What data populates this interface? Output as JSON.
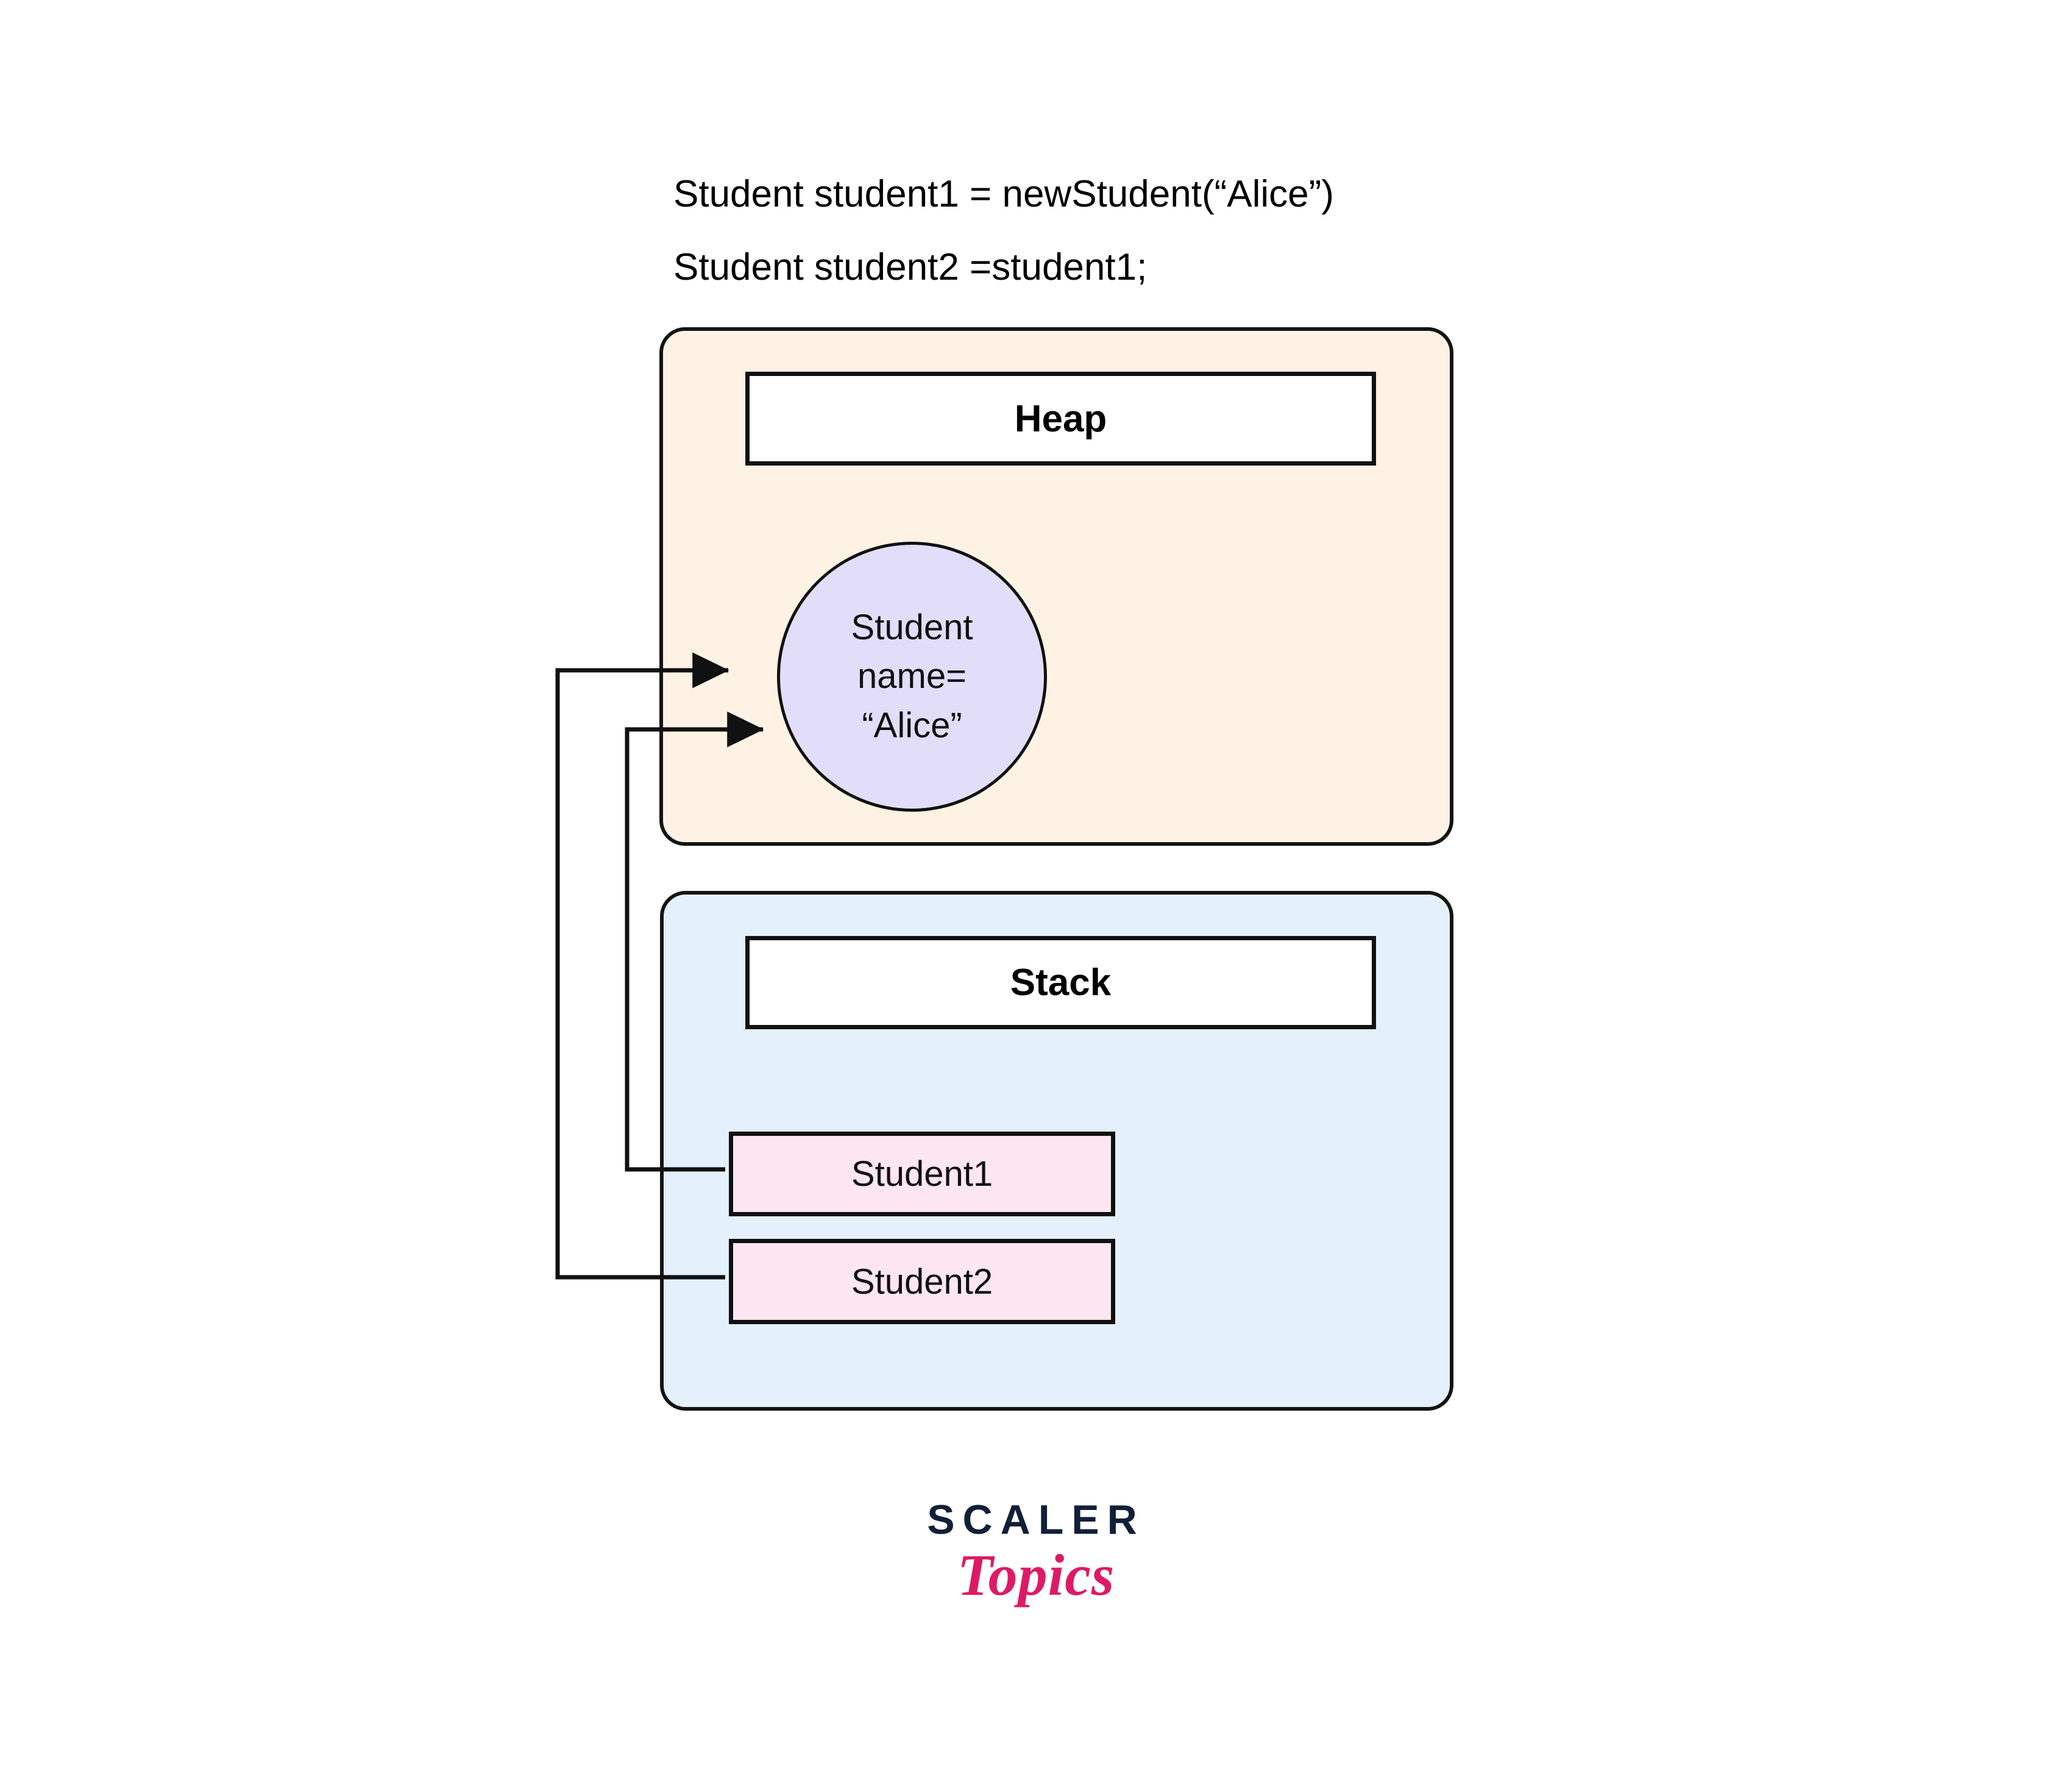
{
  "code": {
    "lines": [
      "Student student1 = newStudent(“Alice”)",
      "Student student2 =student1;"
    ]
  },
  "diagram": {
    "type": "memory-reference-diagram",
    "regions": [
      {
        "id": "heap",
        "title": "Heap",
        "fill": "#FDF2E3",
        "objects": [
          {
            "id": "student-object",
            "shape": "circle",
            "fill": "#E2DEFA",
            "lines": [
              "Student",
              "name=",
              "“Alice”"
            ]
          }
        ]
      },
      {
        "id": "stack",
        "title": "Stack",
        "fill": "#E4F1FC",
        "slots": [
          {
            "id": "student1",
            "label": "Student1",
            "fill": "#FDE6F0"
          },
          {
            "id": "student2",
            "label": "Student2",
            "fill": "#FDE6F0"
          }
        ]
      }
    ],
    "connectors": [
      {
        "from": "student1",
        "to": "student-object",
        "style": "orthogonal-arrow"
      },
      {
        "from": "student2",
        "to": "student-object",
        "style": "orthogonal-arrow"
      }
    ]
  },
  "brand": {
    "primary": "SCALER",
    "secondary": "Topics",
    "primary_color": "#121F39",
    "secondary_color": "#DD1A65"
  }
}
